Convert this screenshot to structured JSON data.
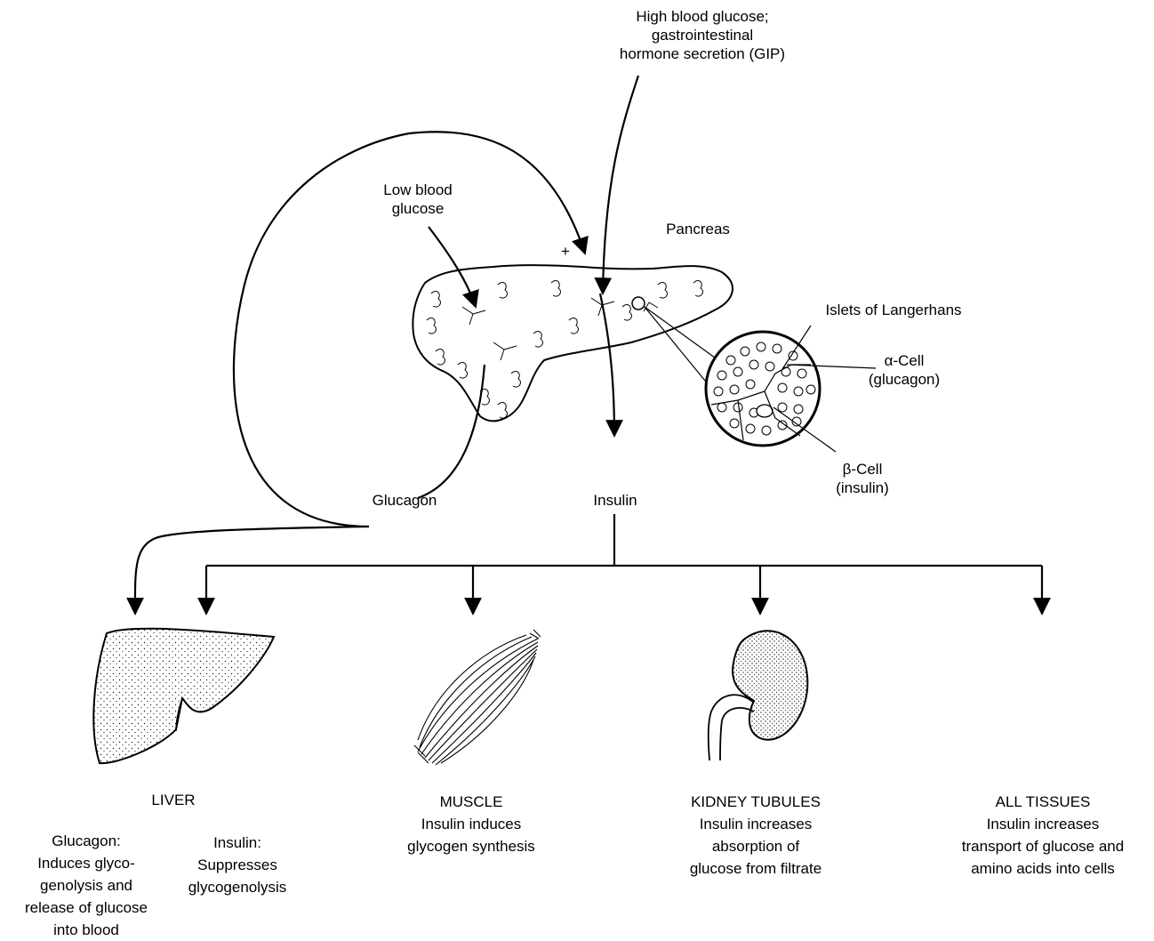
{
  "labels": {
    "high_glucose": [
      "High blood glucose;",
      "gastrointestinal",
      "hormone secretion (GIP)"
    ],
    "low_glucose": [
      "Low blood",
      "glucose"
    ],
    "plus": "+",
    "pancreas": "Pancreas",
    "islets": "Islets of Langerhans",
    "alpha_cell": [
      "α-Cell",
      "(glucagon)"
    ],
    "beta_cell": [
      "β-Cell",
      "(insulin)"
    ],
    "glucagon": "Glucagon",
    "insulin": "Insulin"
  },
  "targets": {
    "liver": {
      "title": "LIVER",
      "glucagon_effect": [
        "Glucagon:",
        "Induces glyco-",
        "genolysis and",
        "release of glucose",
        "into blood"
      ],
      "insulin_effect": [
        "Insulin:",
        "Suppresses",
        "glycogenolysis"
      ]
    },
    "muscle": {
      "title": "MUSCLE",
      "effect": [
        "Insulin induces",
        "glycogen synthesis"
      ]
    },
    "kidney": {
      "title": "KIDNEY TUBULES",
      "effect": [
        "Insulin increases",
        "absorption of",
        "glucose from filtrate"
      ]
    },
    "all_tissues": {
      "title": "ALL TISSUES",
      "effect": [
        "Insulin increases",
        "transport of glucose and",
        "amino acids into cells"
      ]
    }
  }
}
